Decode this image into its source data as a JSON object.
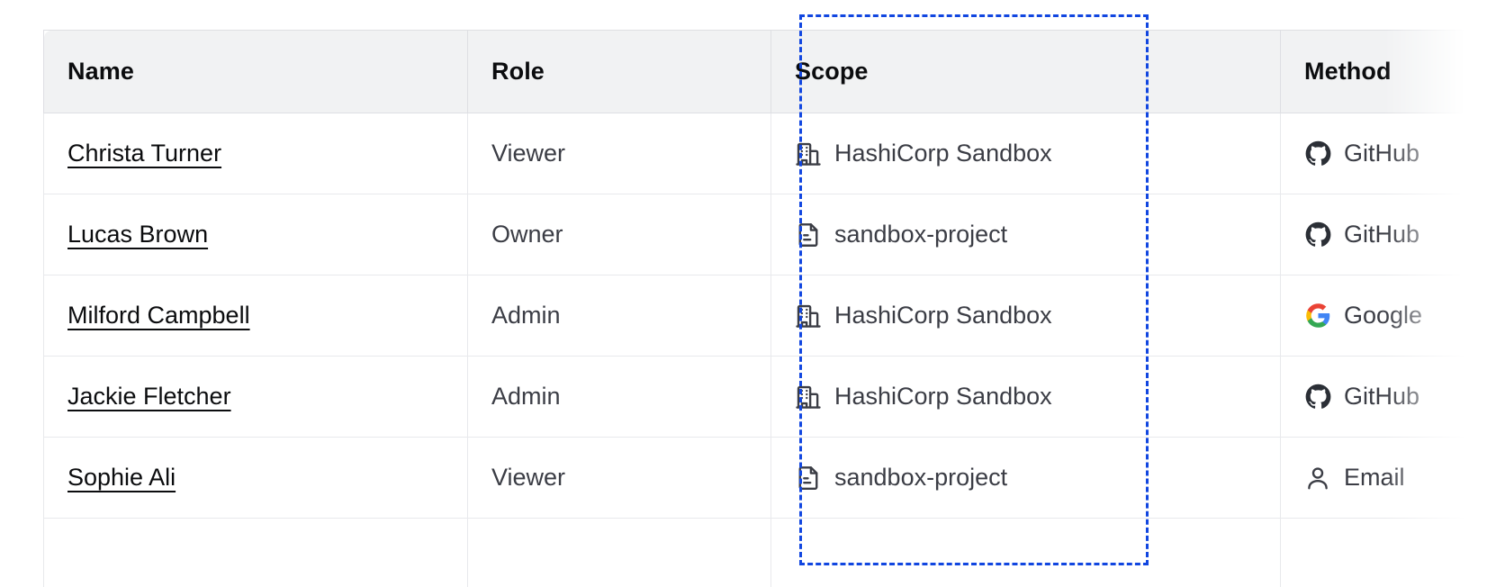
{
  "table": {
    "columns": [
      {
        "key": "name",
        "label": "Name"
      },
      {
        "key": "role",
        "label": "Role"
      },
      {
        "key": "scope",
        "label": "Scope"
      },
      {
        "key": "method",
        "label": "Method"
      }
    ],
    "rows": [
      {
        "name": "Christa Turner",
        "role": "Viewer",
        "scope": "HashiCorp Sandbox",
        "scope_icon": "organization-building-icon",
        "method": "GitHub",
        "method_icon": "github-icon"
      },
      {
        "name": "Lucas Brown",
        "role": "Owner",
        "scope": "sandbox-project",
        "scope_icon": "project-document-icon",
        "method": "GitHub",
        "method_icon": "github-icon"
      },
      {
        "name": "Milford Campbell",
        "role": "Admin",
        "scope": "HashiCorp Sandbox",
        "scope_icon": "organization-building-icon",
        "method": "Google",
        "method_icon": "google-icon"
      },
      {
        "name": "Jackie Fletcher",
        "role": "Admin",
        "scope": "HashiCorp Sandbox",
        "scope_icon": "organization-building-icon",
        "method": "GitHub",
        "method_icon": "github-icon"
      },
      {
        "name": "Sophie Ali",
        "role": "Viewer",
        "scope": "sandbox-project",
        "scope_icon": "project-document-icon",
        "method": "Email",
        "method_icon": "user-person-icon"
      },
      {
        "name": "",
        "role": "",
        "scope": "",
        "scope_icon": "project-document-icon",
        "method": "",
        "method_icon": "github-icon"
      }
    ]
  },
  "highlight": {
    "target_column": "Scope",
    "border_color": "#1146e0",
    "style": "dashed"
  },
  "colors": {
    "header_bg": "#f1f2f3",
    "header_text": "#0b0c0e",
    "body_text": "#3b3d45",
    "link_text": "#0b0c0e",
    "row_border": "#e8e9ec",
    "highlight": "#1146e0"
  }
}
